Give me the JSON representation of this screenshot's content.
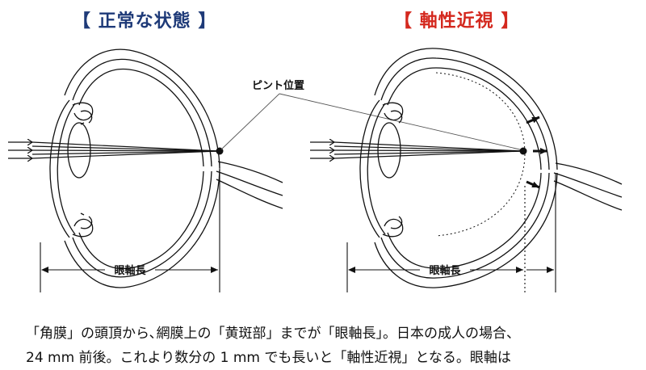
{
  "titles": {
    "normal": "【 正常な状態 】",
    "myopia": "【 軸性近視 】"
  },
  "labels": {
    "focus_point": "ピント位置",
    "axial_length_left": "眼軸長",
    "axial_length_right": "眼軸長"
  },
  "caption": {
    "line1": "「角膜」の頭頂から､網膜上の「黄斑部」までが「眼軸長」。日本の成人の場合、",
    "line2": "24 mm 前後。これより数分の 1 mm でも長いと「軸性近視」となる。眼軸は"
  },
  "colors": {
    "normal_title": "#1e3a78",
    "myopia_title": "#d4281e",
    "line": "#111111"
  }
}
